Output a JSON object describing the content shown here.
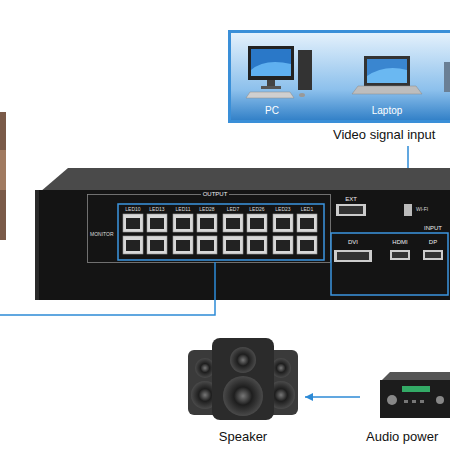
{
  "diagram": {
    "nodes": [
      {
        "text": [
          "Video signal input"
        ]
      },
      {
        "text": [
          "PC"
        ],
        "in": 0
      },
      {
        "text": [
          "Laptop"
        ],
        "in": 0
      },
      {
        "text": [
          "OUTPUT",
          "MONITOR",
          "EXT",
          "WI-FI",
          "INPUT",
          "DVI",
          "HDMI",
          "DP"
        ]
      },
      {
        "text": [
          "Speaker"
        ]
      },
      {
        "text": [
          "Audio power"
        ]
      }
    ],
    "edges": [
      {
        "from": 0,
        "to": 3,
        "arrow": "none"
      },
      {
        "from": 5,
        "to": 4,
        "arrow": "to"
      }
    ],
    "labels": [
      "LED10",
      "LED13",
      "LED11",
      "LED28",
      "LED7",
      "LED26",
      "LED23",
      "LED1"
    ]
  }
}
